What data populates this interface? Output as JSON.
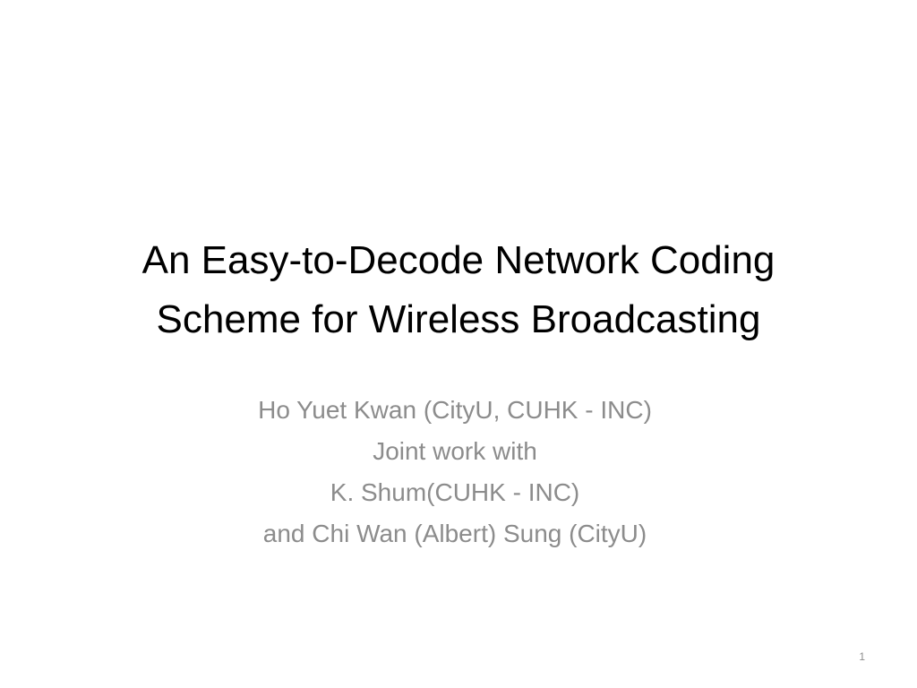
{
  "slide": {
    "title_lines": [
      "An Easy-to-Decode Network Coding",
      "Scheme for Wireless Broadcasting"
    ],
    "subtitle_lines": [
      "Ho Yuet Kwan (CityU, CUHK - INC)",
      "Joint work with",
      "K. Shum(CUHK - INC)",
      "and Chi Wan (Albert) Sung (CityU)"
    ],
    "page_number": "1"
  }
}
